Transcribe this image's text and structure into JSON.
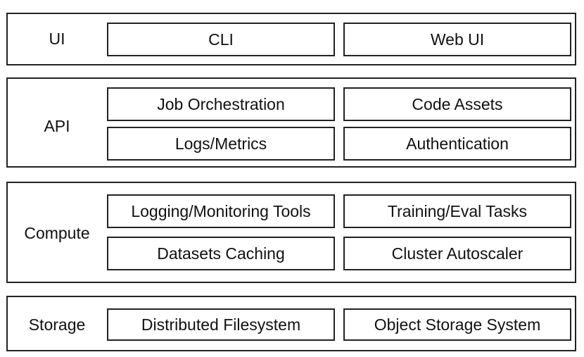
{
  "layers": [
    {
      "label": "UI",
      "boxes": [
        "CLI",
        "Web UI"
      ]
    },
    {
      "label": "API",
      "boxes": [
        "Job Orchestration",
        "Code Assets",
        "Logs/Metrics",
        "Authentication"
      ]
    },
    {
      "label": "Compute",
      "boxes": [
        "Logging/Monitoring Tools",
        "Training/Eval Tasks",
        "Datasets Caching",
        "Cluster Autoscaler"
      ]
    },
    {
      "label": "Storage",
      "boxes": [
        "Distributed Filesystem",
        "Object Storage System"
      ]
    }
  ]
}
